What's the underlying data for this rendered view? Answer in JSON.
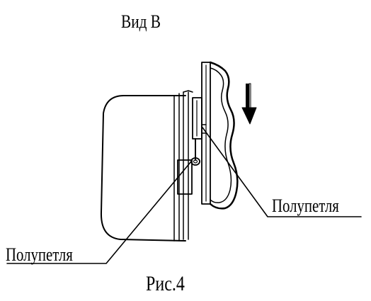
{
  "view_title": "Вид В",
  "labels": {
    "right": "Полупетля",
    "left": "Полупетля"
  },
  "caption": "Рис.4",
  "icons": {
    "arrow": "down-arrow-icon"
  }
}
